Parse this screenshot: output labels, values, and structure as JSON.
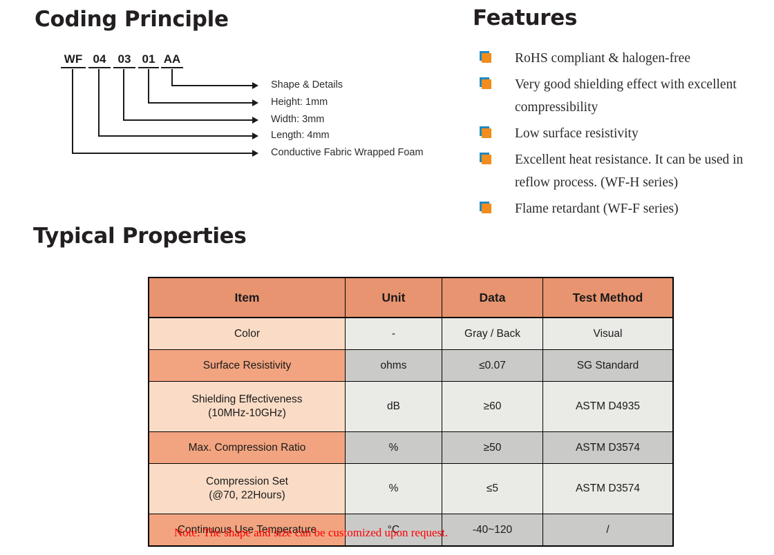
{
  "sections": {
    "coding_title": "Coding Principle",
    "features_title": "Features",
    "properties_title": "Typical Properties"
  },
  "coding": {
    "segments": [
      {
        "text": "WF"
      },
      {
        "text": "04"
      },
      {
        "text": "03"
      },
      {
        "text": "01"
      },
      {
        "text": "AA"
      }
    ],
    "labels": [
      "Shape & Details",
      "Height: 1mm",
      "Width: 3mm",
      "Length: 4mm",
      "Conductive Fabric Wrapped Foam"
    ]
  },
  "features": {
    "bullet_icon": "orange-square-bullet",
    "bullet_front_color": "#f28c1c",
    "bullet_back_color": "#1f8ac0",
    "items": [
      "RoHS compliant & halogen-free",
      "Very good shielding effect with excellent compressibility",
      "Low surface resistivity",
      "Excellent heat resistance. It can be used in reflow process. (WF-H series)",
      "Flame retardant (WF-F series)"
    ]
  },
  "table": {
    "header_color": "#e89470",
    "columns": [
      "Item",
      "Unit",
      "Data",
      "Test Method"
    ],
    "rows": [
      {
        "item": "Color",
        "unit": "-",
        "data": "Gray / Back",
        "test": "Visual"
      },
      {
        "item": "Surface Resistivity",
        "unit": "ohms",
        "data": "≤0.07",
        "test": "SG Standard"
      },
      {
        "item": "Shielding Effectiveness\n(10MHz-10GHz)",
        "unit": "dB",
        "data": "≥60",
        "test": "ASTM D4935"
      },
      {
        "item": "Max. Compression Ratio",
        "unit": "%",
        "data": "≥50",
        "test": "ASTM D3574"
      },
      {
        "item": "Compression Set\n(@70, 22Hours)",
        "unit": "%",
        "data": "≤5",
        "test": "ASTM D3574"
      },
      {
        "item": "Continuous Use Temperature",
        "unit": "°C",
        "data": "-40~120",
        "test": "/"
      }
    ],
    "note": "Note: The shape and size can be customized upon request.",
    "note_color": "#ff0000"
  }
}
